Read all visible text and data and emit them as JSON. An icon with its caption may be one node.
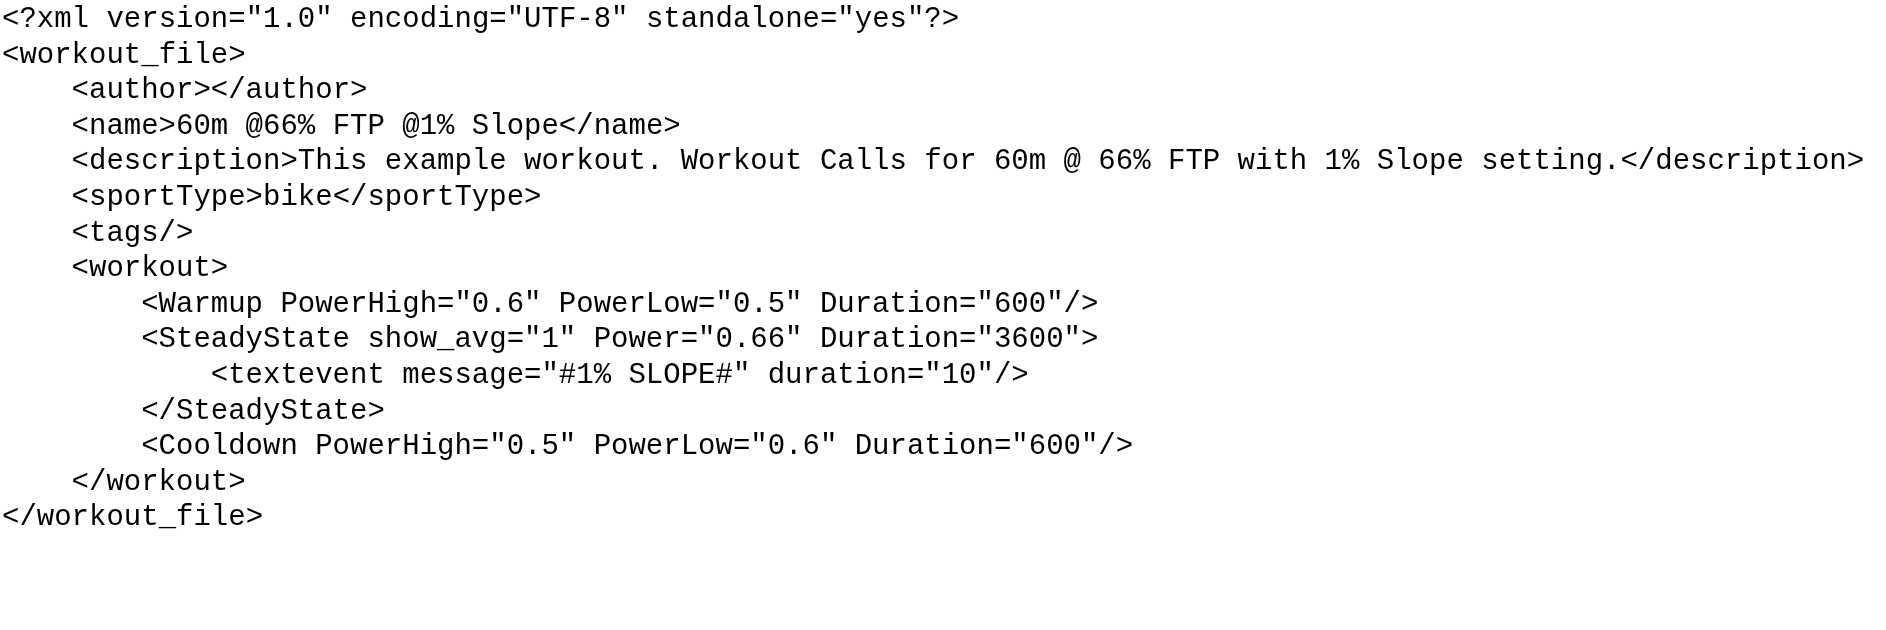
{
  "diagram": {
    "labels": [
      "<?xml version=\"1.0\" encoding=\"UTF-8\" standalone=\"yes\"?>",
      "<workout_file>",
      "<author></author>",
      "<name>60m @66% FTP @1% Slope</name>",
      "<description>This example workout. Workout Calls for 60m @ 66% FTP with 1% Slope setting.</description>",
      "<sportType>bike</sportType>",
      "<tags/>",
      "<workout>",
      "<Warmup PowerHigh=\"0.6\" PowerLow=\"0.5\" Duration=\"600\"/>",
      "<SteadyState show_avg=\"1\" Power=\"0.66\" Duration=\"3600\">",
      "<textevent message=\"#1% SLOPE#\" duration=\"10\"/>",
      "</SteadyState>",
      "<Cooldown PowerHigh=\"0.5\" PowerLow=\"0.6\" Duration=\"600\"/>",
      "</workout>",
      "</workout_file>"
    ]
  }
}
